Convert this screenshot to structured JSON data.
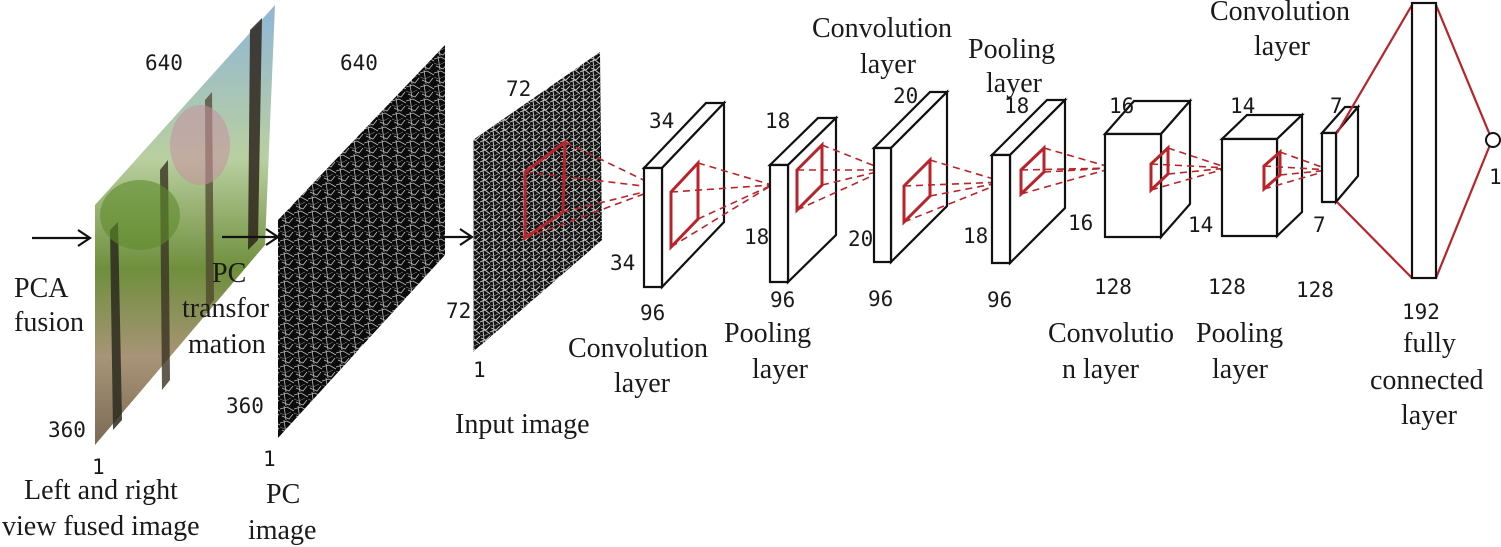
{
  "labels": {
    "pca_fusion": [
      "PCA",
      "fusion"
    ],
    "pc_transformation": [
      "PC",
      "transfor",
      "mation"
    ],
    "left_right_fused": [
      "Left and right",
      "view fused image"
    ],
    "pc_image": [
      "PC",
      "image"
    ],
    "input_image": "Input image",
    "conv1": [
      "Convolution",
      "layer"
    ],
    "pool1": [
      "Pooling",
      "layer"
    ],
    "conv2": [
      "Convolution",
      "layer"
    ],
    "pool2": [
      "Pooling",
      "layer"
    ],
    "conv3": [
      "Convolutio",
      "n layer"
    ],
    "pool3": [
      "Pooling",
      "layer"
    ],
    "conv4": [
      "Convolution",
      "layer"
    ],
    "fc": [
      "fully",
      "connected",
      "layer"
    ]
  },
  "dims": {
    "fused": {
      "width": "640",
      "height": "360",
      "depth": "1"
    },
    "pc": {
      "width": "640",
      "height": "360",
      "depth": "1"
    },
    "input": {
      "width": "72",
      "height": "72",
      "depth": "1"
    },
    "conv1": {
      "w": "34",
      "h": "34",
      "d": "96"
    },
    "pool1": {
      "w": "18",
      "h": "18",
      "d": "96"
    },
    "conv2": {
      "w": "20",
      "h": "20",
      "d": "96"
    },
    "pool2": {
      "w": "18",
      "h": "18",
      "d": "96"
    },
    "conv3": {
      "w": "16",
      "h": "16",
      "d": "128"
    },
    "pool3": {
      "w": "14",
      "h": "14",
      "d": "128"
    },
    "conv4": {
      "w": "7",
      "h": "7",
      "d": "128"
    },
    "fc": {
      "units": "192",
      "output": "1"
    }
  },
  "colors": {
    "accent_red": "#b8242a",
    "outline": "#111111"
  }
}
